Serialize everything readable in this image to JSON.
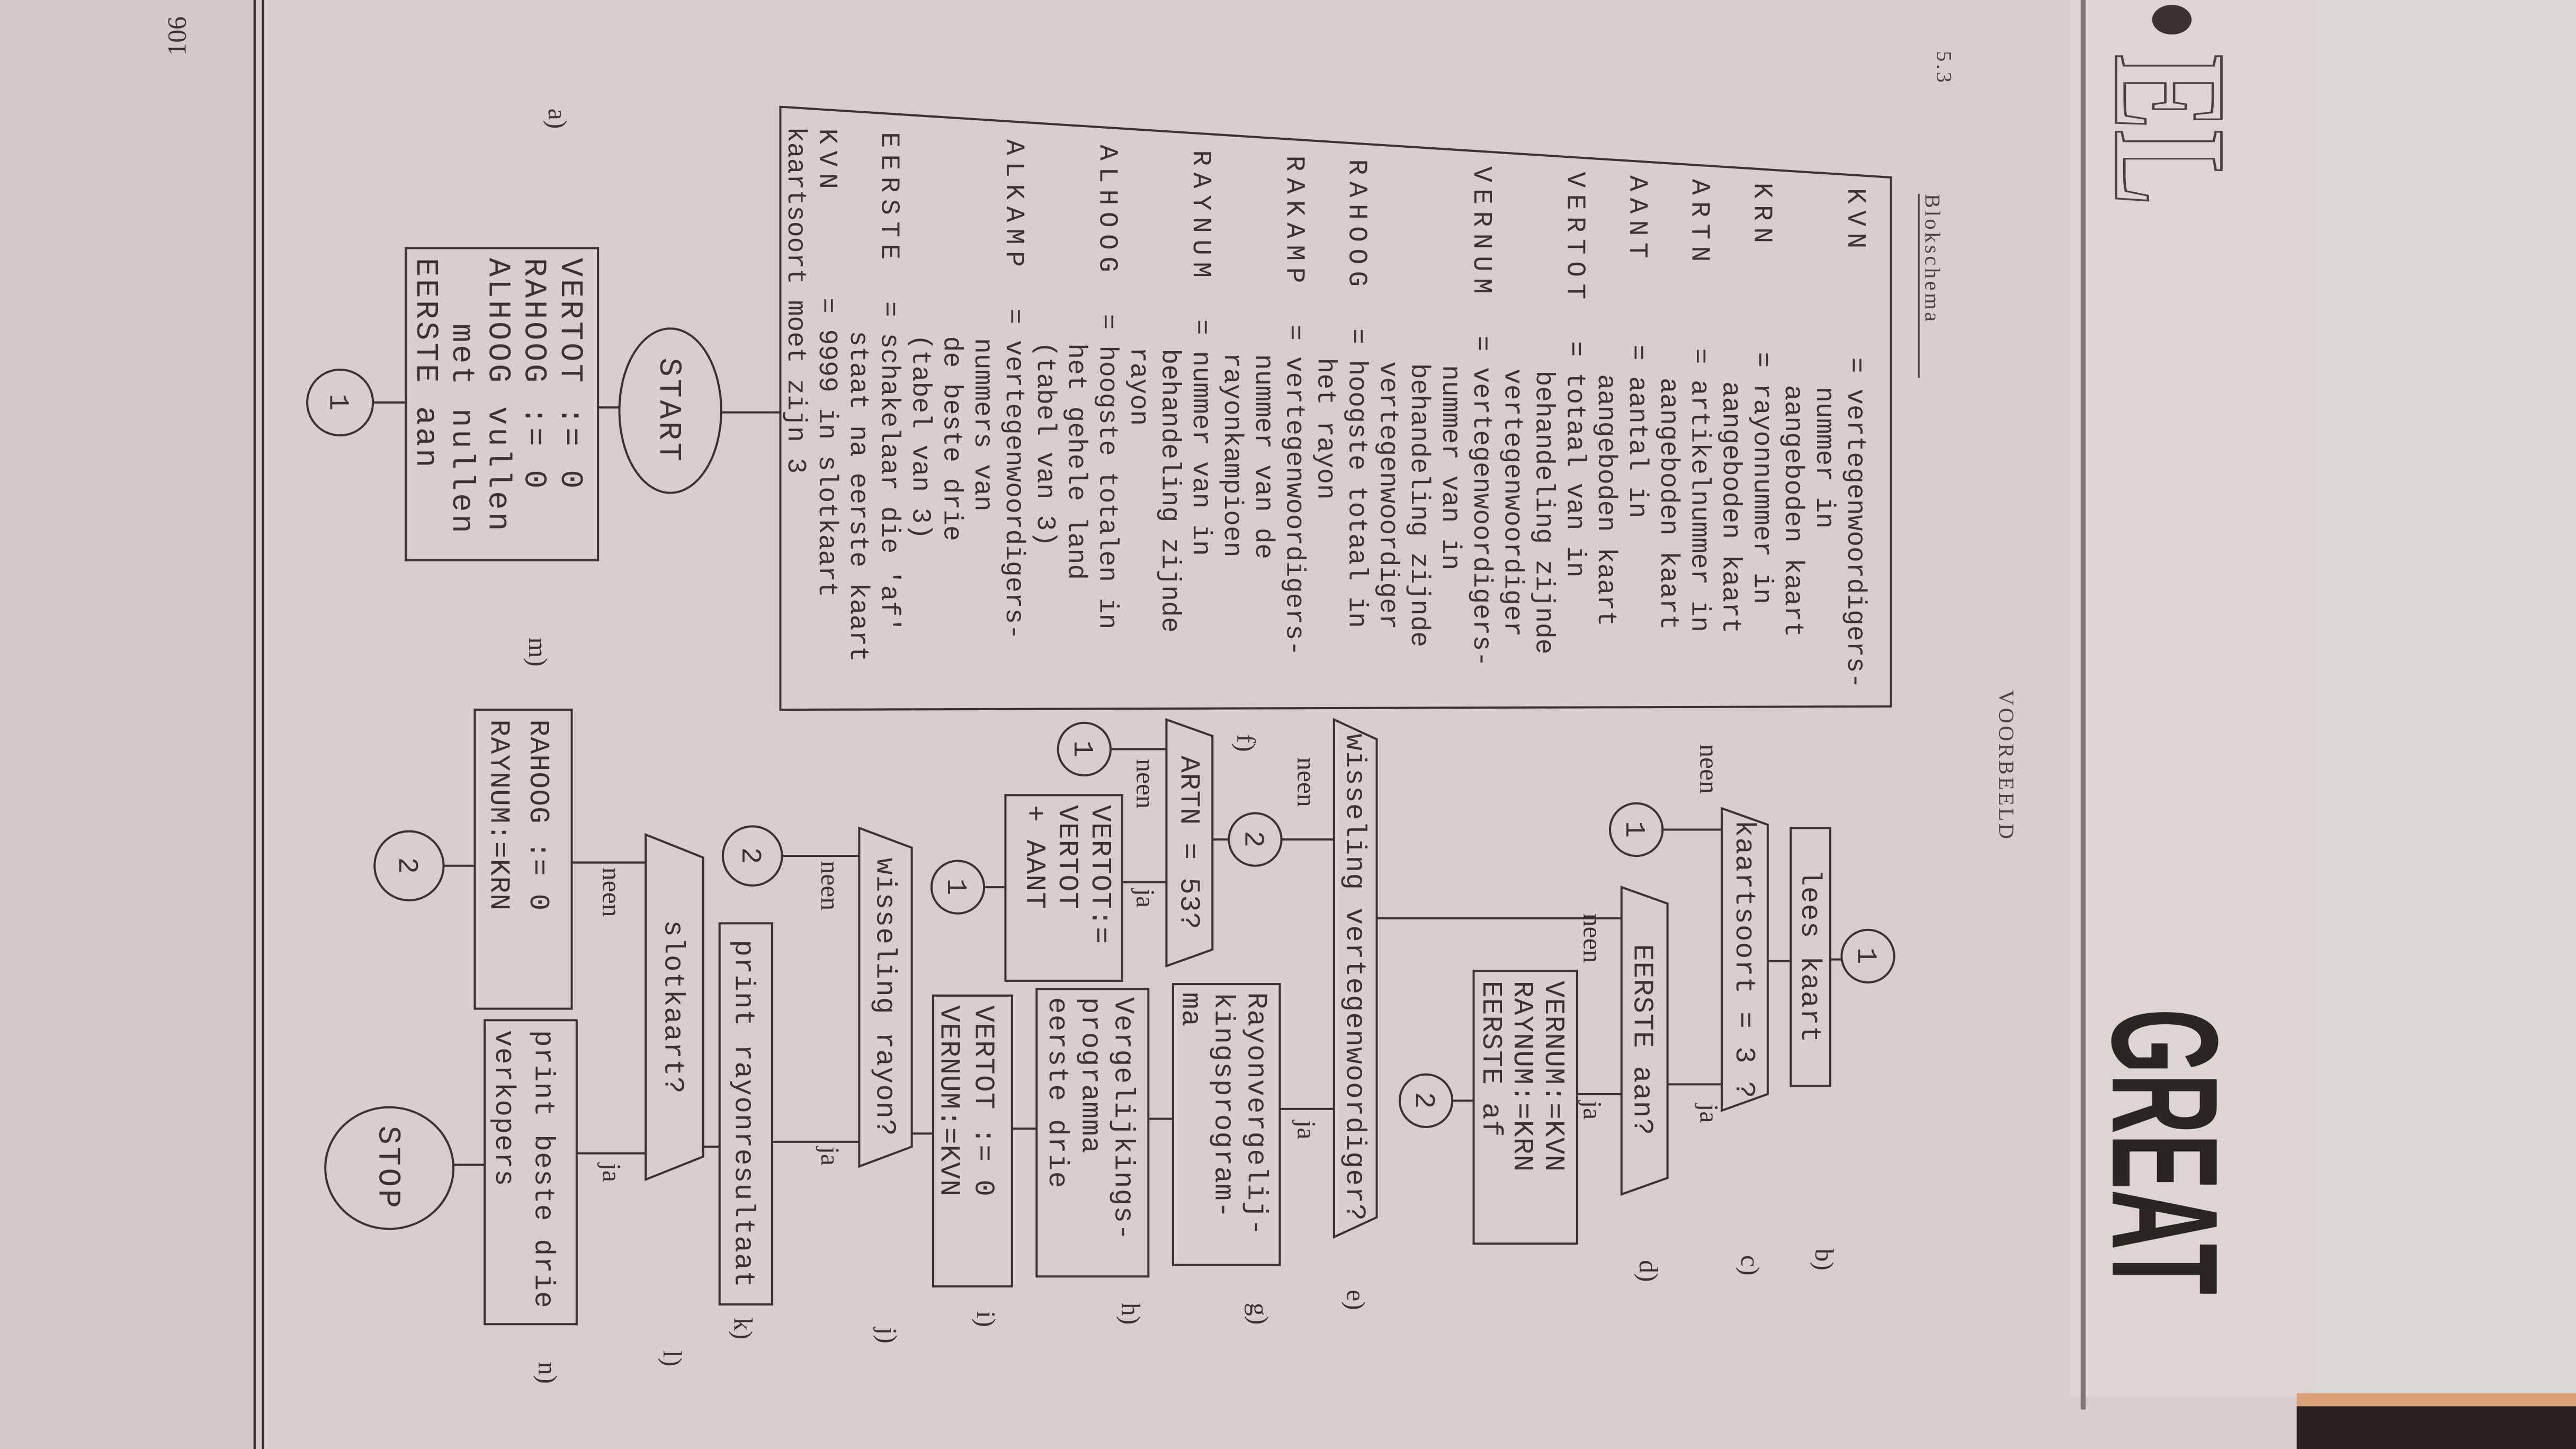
{
  "page": {
    "page_number": "106",
    "section": "5.3",
    "heading": "Blokschema",
    "title": "VOORBEELD",
    "logo_left": "EL",
    "logo_right": "GREAT"
  },
  "legend": [
    {
      "key": "KVN",
      "text": "= vertegenwoordigers-"
    },
    {
      "key": "",
      "text": "nummer in"
    },
    {
      "key": "",
      "text": "aangeboden kaart"
    },
    {
      "key": "KRN",
      "text": "= rayonnummer in"
    },
    {
      "key": "",
      "text": "aangeboden kaart"
    },
    {
      "key": "ARTN",
      "text": "= artikelnummer in"
    },
    {
      "key": "",
      "text": "aangeboden kaart"
    },
    {
      "key": "AANT",
      "text": "= aantal in"
    },
    {
      "key": "",
      "text": "aangeboden kaart"
    },
    {
      "key": "VERTOT",
      "text": "= totaal van in"
    },
    {
      "key": "",
      "text": "behandeling zijnde"
    },
    {
      "key": "",
      "text": "vertegenwoordiger"
    },
    {
      "key": "VERNUM",
      "text": "= vertegenwoordigers-"
    },
    {
      "key": "",
      "text": "nummer van in"
    },
    {
      "key": "",
      "text": "behandeling zijnde"
    },
    {
      "key": "",
      "text": "vertegenwoordiger"
    },
    {
      "key": "RAHOOG",
      "text": "= hoogste totaal in"
    },
    {
      "key": "",
      "text": "het rayon"
    },
    {
      "key": "RAKAMP",
      "text": "= vertegenwoordigers-"
    },
    {
      "key": "",
      "text": "nummer van de"
    },
    {
      "key": "",
      "text": "rayonkampioen"
    },
    {
      "key": "RAYNUM",
      "text": "= nummer van in"
    },
    {
      "key": "",
      "text": "behandeling zijnde"
    },
    {
      "key": "",
      "text": "rayon"
    },
    {
      "key": "ALHOOG",
      "text": "= hoogste totalen in"
    },
    {
      "key": "",
      "text": "het gehele land"
    },
    {
      "key": "",
      "text": "(tabel van 3)"
    },
    {
      "key": "ALKAMP",
      "text": "= vertegenwoordigers-"
    },
    {
      "key": "",
      "text": "nummers van"
    },
    {
      "key": "",
      "text": "de beste drie"
    },
    {
      "key": "",
      "text": "(tabel van 3)"
    },
    {
      "key": "EERSTE",
      "text": "= schakelaar die 'af'"
    },
    {
      "key": "",
      "text": "staat na eerste kaart"
    },
    {
      "key": "KVN",
      "text": "= 9999 in slotkaart"
    },
    {
      "key": "kaartsoort moet zijn 3",
      "text": ""
    }
  ],
  "flow": {
    "labels": {
      "a": "a)",
      "b": "b)",
      "c": "c)",
      "d": "d)",
      "e": "e)",
      "f": "f)",
      "g": "g)",
      "h": "h)",
      "i": "i)",
      "j": "j)",
      "k": "k)",
      "l": "l)",
      "m": "m)",
      "n": "n)"
    },
    "start": "START",
    "stop": "STOP",
    "init": [
      "VERTOT := 0",
      "RAHOOG := 0",
      "ALHOOG vullen",
      "met nullen",
      "EERSTE aan"
    ],
    "lees_kaart": "lees kaart",
    "kaartsoort": "kaartsoort = 3 ?",
    "eerste_aan": "EERSTE aan?",
    "set_vernum": [
      "VERNUM:=KVN",
      "RAYNUM:=KRN",
      "EERSTE af"
    ],
    "wisseling_verteg": "wisseling vertegenwoordiger?",
    "artn": "ARTN = 53?",
    "add_vertot": [
      "VERTOT:=",
      "VERTOT",
      "+ AANT"
    ],
    "rayon_prog": [
      "Rayonvergelij-",
      "kingsprogram-",
      "ma"
    ],
    "verg_prog": [
      "Vergelijkings-",
      "programma",
      "eerste drie"
    ],
    "reset": [
      "VERTOT := 0",
      "VERNUM:=KVN"
    ],
    "wisseling_rayon": "wisseling rayon?",
    "print_rayon": "print rayonresultaat",
    "slotkaart": "slotkaart?",
    "rahoog": [
      "RAHOOG := 0",
      "RAYNUM:=KRN"
    ],
    "print_beste": [
      "print beste drie",
      "verkopers"
    ],
    "connector_1": "1",
    "connector_2": "2",
    "yes": "ja",
    "no": "neen"
  }
}
